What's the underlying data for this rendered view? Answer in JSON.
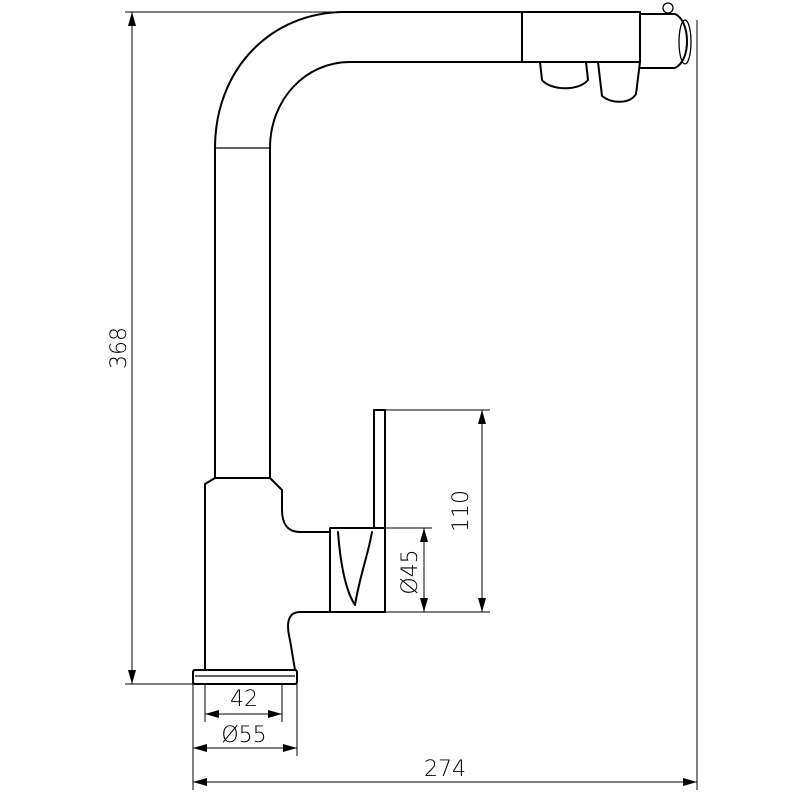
{
  "dimensions": {
    "height_total": "368",
    "lever_height": "110",
    "handle_diameter": "Ø45",
    "base_inner": "42",
    "base_outer": "Ø55",
    "total_width": "274"
  }
}
